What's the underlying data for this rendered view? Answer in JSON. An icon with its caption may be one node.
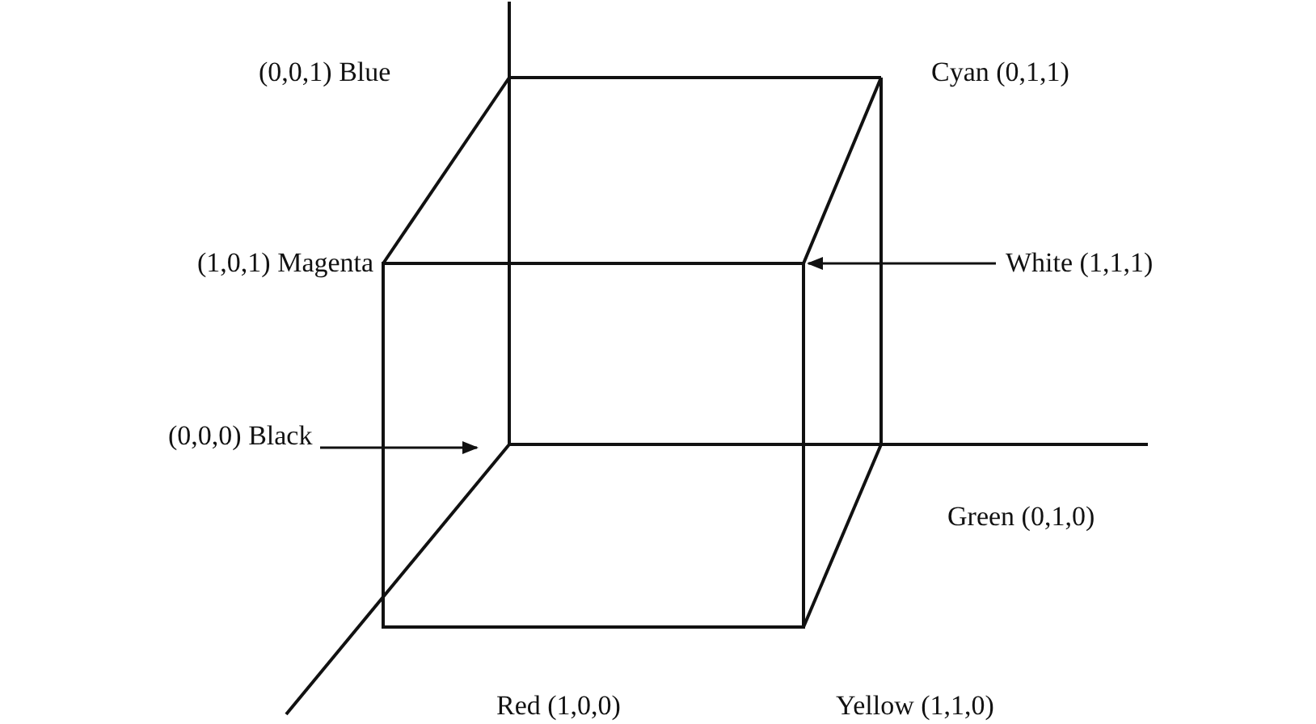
{
  "diagram": {
    "nodes": [
      {
        "text": [
          "White (1,1,1)"
        ]
      },
      {
        "text": [
          "(0,0,0) Black"
        ]
      }
    ],
    "edges": [
      {
        "from": 0,
        "to": null,
        "arrow": "to"
      },
      {
        "from": 1,
        "to": null,
        "arrow": "to"
      }
    ],
    "labels": [
      "(0,0,1) Blue",
      "Cyan (0,1,1)",
      "(1,0,1) Magenta",
      "Green (0,1,0)",
      "Red (1,0,0)",
      "Yellow (1,1,0)"
    ]
  }
}
